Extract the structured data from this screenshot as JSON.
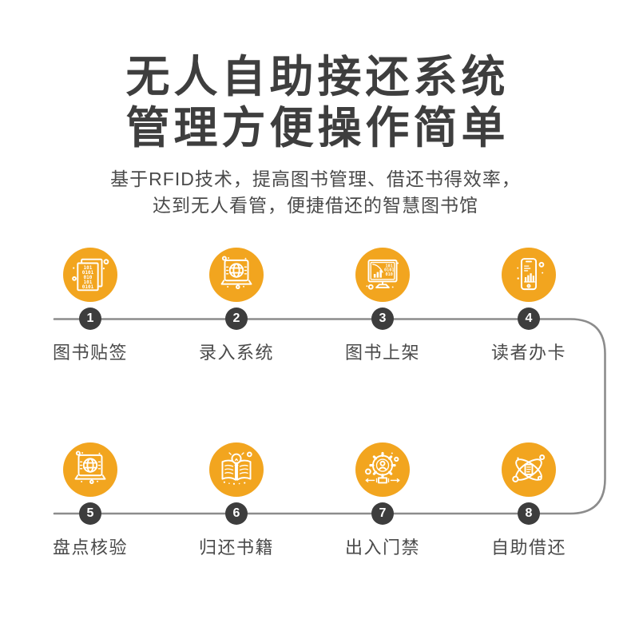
{
  "header": {
    "title_line1": "无人自助接还系统",
    "title_line2": "管理方便操作简单",
    "subtitle_line1": "基于RFID技术，提高图书管理、借还书得效率，",
    "subtitle_line2": "达到无人看管，便捷借还的智慧图书馆"
  },
  "colors": {
    "accent": "#F2A51F",
    "badge": "#3D3D3D",
    "connector": "#8C8C8C",
    "title": "#3E3E3E",
    "text": "#4A4A4A"
  },
  "icon_art": {
    "doc_rows": [
      "101",
      "0101",
      "010",
      "101",
      "0101"
    ],
    "screen_rows": [
      "101",
      "0101",
      "010"
    ]
  },
  "steps": [
    {
      "number": "1",
      "label": "图书贴签",
      "icon": "binary-document-icon"
    },
    {
      "number": "2",
      "label": "录入系统",
      "icon": "laptop-globe-icon"
    },
    {
      "number": "3",
      "label": "图书上架",
      "icon": "monitor-chart-icon"
    },
    {
      "number": "4",
      "label": "读者办卡",
      "icon": "phone-chart-icon"
    },
    {
      "number": "5",
      "label": "盘点核验",
      "icon": "laptop-globe-icon"
    },
    {
      "number": "6",
      "label": "归还书籍",
      "icon": "book-bulb-icon"
    },
    {
      "number": "7",
      "label": "出入门禁",
      "icon": "gear-user-icon"
    },
    {
      "number": "8",
      "label": "自助借还",
      "icon": "atom-book-icon"
    }
  ]
}
